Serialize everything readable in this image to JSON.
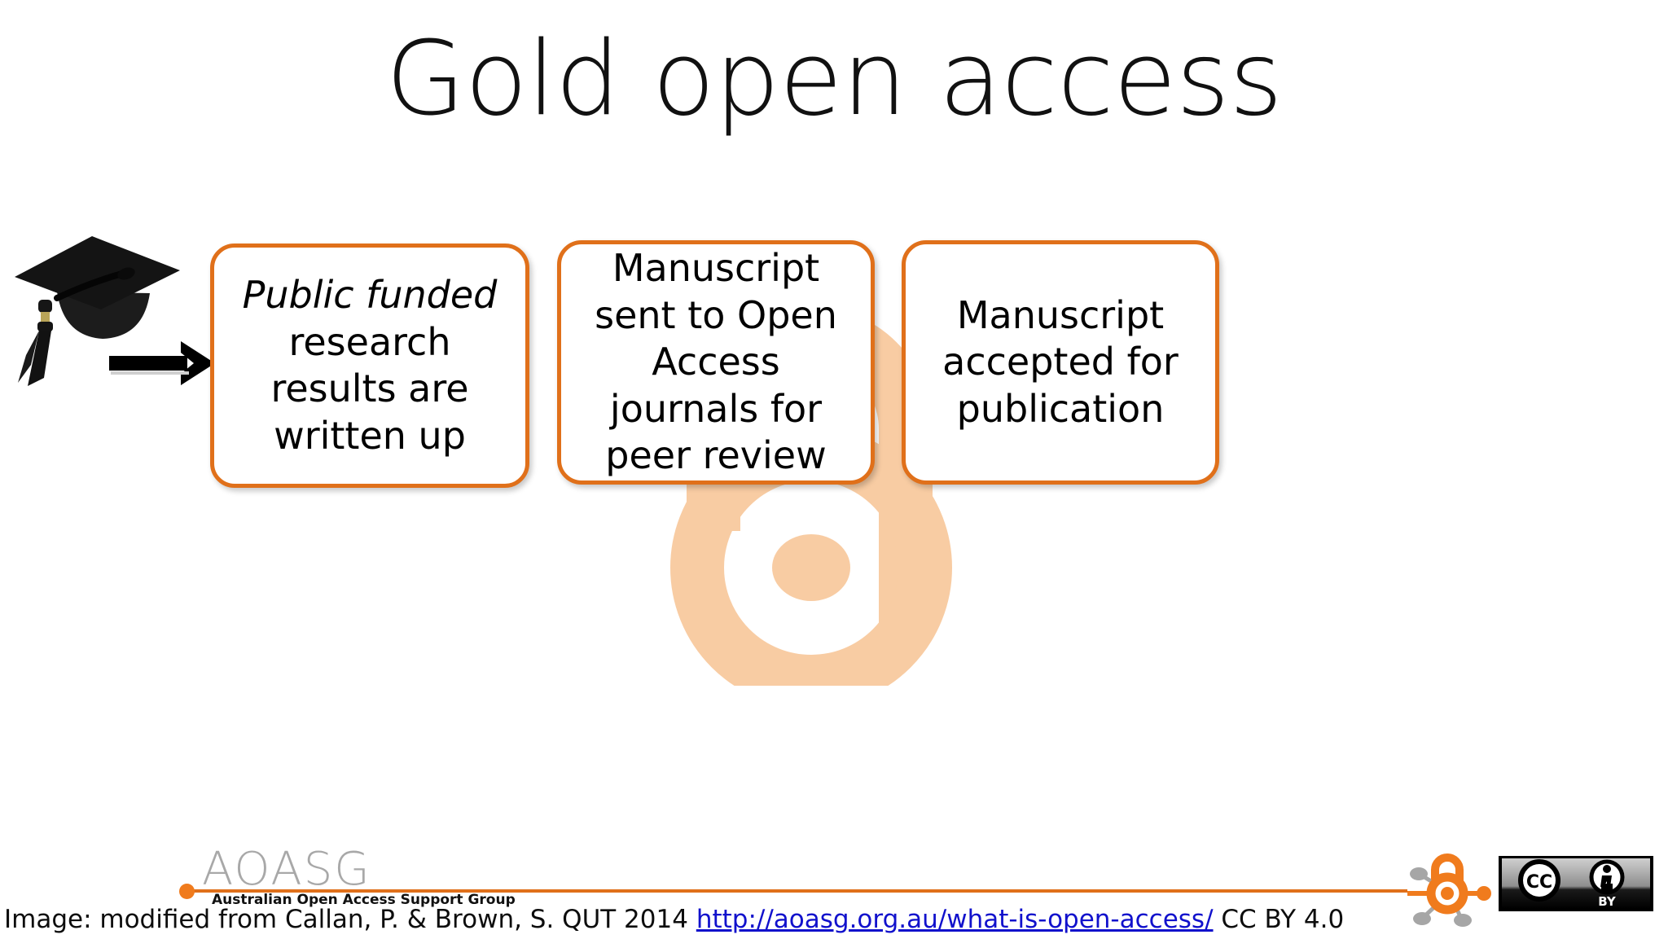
{
  "slide": {
    "title": "Gold open access",
    "background_color": "#ffffff",
    "accent_color": "#E0701A",
    "watermark_color": "#F8CCA3"
  },
  "diagram": {
    "source_icon_name": "graduation-cap-photo",
    "arrow_name": "flow-arrow",
    "boxes": [
      {
        "id": "box-1",
        "emphasis_text": "Public funded",
        "rest_text": "research results are written up",
        "full_text": "Public funded research results are written up"
      },
      {
        "id": "box-2",
        "full_text": "Manuscript sent to Open Access journals for peer review"
      },
      {
        "id": "box-3",
        "full_text": "Manuscript accepted for publication"
      }
    ]
  },
  "footer": {
    "logo": {
      "wordmark": "AOASG",
      "tagline": "Australian Open Access Support Group"
    },
    "caption": {
      "prefix": "Image: modified from Callan, P. & Brown, S. QUT 2014 ",
      "link_text": "http://aoasg.org.au/what-is-open-access/",
      "license": "  CC BY 4.0"
    },
    "cc_badge": {
      "cc_label": "CC",
      "by_label": "BY",
      "person_icon_name": "attribution-person-icon"
    },
    "open_access_icon_name": "open-access-lock-icon"
  }
}
